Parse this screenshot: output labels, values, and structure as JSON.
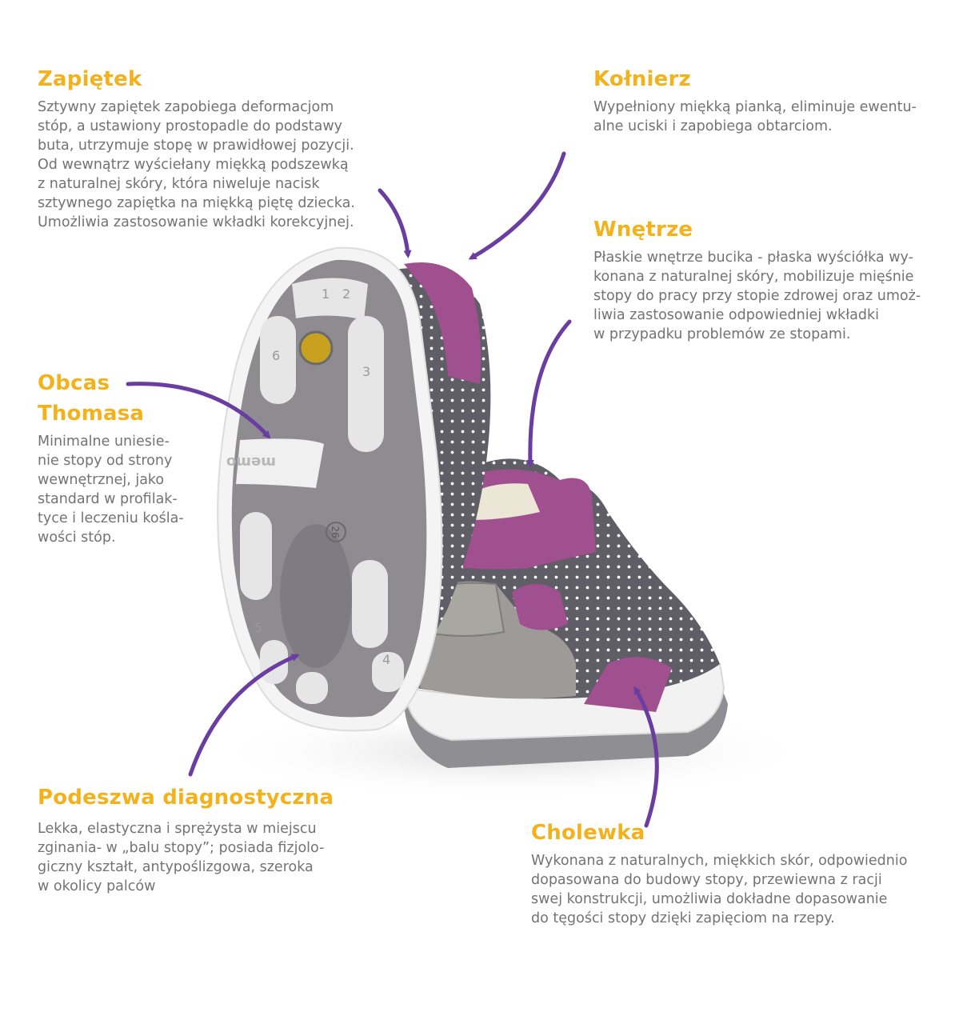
{
  "colors": {
    "accent_title": "#f3b21b",
    "body_text": "#737373",
    "arrow": "#6a3ea1"
  },
  "zapietek": {
    "title": "Zapiętek",
    "lines": [
      "Sztywny zapiętek zapobiega deformacjom",
      "stóp, a ustawiony prostopadle do podstawy",
      "buta, utrzymuje stopę w prawidłowej pozycji.",
      "Od wewnątrz wyściełany miękką podszewką",
      "z naturalnej skóry, która niweluje nacisk",
      "sztywnego zapiętka na miękką piętę dziecka.",
      "Umożliwia zastosowanie wkładki korekcyjnej."
    ]
  },
  "kolnierz": {
    "title": "Kołnierz",
    "lines": [
      "Wypełniony miękką pianką, eliminuje ewentu-",
      "alne uciski i zapobiega obtarciom."
    ]
  },
  "wnetrze": {
    "title": "Wnętrze",
    "lines": [
      "Płaskie wnętrze bucika - płaska wyściółka wy-",
      "konana z naturalnej skóry, mobilizuje mięśnie",
      "stopy do pracy przy stopie zdrowej oraz umoż-",
      "liwia zastosowanie odpowiedniej wkładki",
      "w przypadku problemów ze stopami."
    ]
  },
  "obcas": {
    "title_line1": "Obcas",
    "title_line2": "Thomasa",
    "lines": [
      "Minimalne uniesie-",
      "nie stopy od strony",
      "wewnętrznej, jako",
      "standard w profilak-",
      "tyce i leczeniu kośla-",
      "wości stóp."
    ]
  },
  "podeszwa": {
    "title": "Podeszwa diagnostyczna",
    "lines": [
      "Lekka, elastyczna i sprężysta w miejscu",
      "zginania- w „balu stopy”; posiada fizjolo-",
      "giczny kształt, antypoślizgowa, szeroka",
      "w okolicy palców"
    ]
  },
  "cholewka": {
    "title": "Cholewka",
    "lines": [
      "Wykonana z naturalnych, miękkich skór, odpowiednio",
      "dopasowana do budowy stopy, przewiewna z racji",
      "swej konstrukcji, umożliwia dokładne dopasowanie",
      "do tęgości stopy dzięki zapięciom na rzepy."
    ]
  },
  "sole_marks": {
    "brand": "memo",
    "size": "26",
    "numbers": [
      "1",
      "2",
      "3",
      "4",
      "5",
      "6"
    ]
  }
}
